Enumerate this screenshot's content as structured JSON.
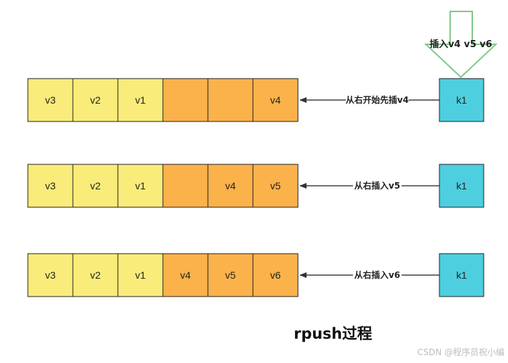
{
  "colors": {
    "yellow": "#FAEC7A",
    "orange": "#FBB24B",
    "cyan": "#4DCFE0",
    "arrow_green": "#82C98A",
    "border": "#222222",
    "line": "#444444"
  },
  "insert_label": "插入v4 v5 v6",
  "rows": [
    {
      "cells": [
        {
          "label": "v3",
          "color": "yellow"
        },
        {
          "label": "v2",
          "color": "yellow"
        },
        {
          "label": "v1",
          "color": "yellow"
        },
        {
          "label": "",
          "color": "orange"
        },
        {
          "label": "",
          "color": "orange"
        },
        {
          "label": "v4",
          "color": "orange"
        }
      ],
      "arrow_label": "从右开始先插v4",
      "key": "k1"
    },
    {
      "cells": [
        {
          "label": "v3",
          "color": "yellow"
        },
        {
          "label": "v2",
          "color": "yellow"
        },
        {
          "label": "v1",
          "color": "yellow"
        },
        {
          "label": "",
          "color": "orange"
        },
        {
          "label": "v4",
          "color": "orange"
        },
        {
          "label": "v5",
          "color": "orange"
        }
      ],
      "arrow_label": "从右插入v5",
      "key": "k1"
    },
    {
      "cells": [
        {
          "label": "v3",
          "color": "yellow"
        },
        {
          "label": "v2",
          "color": "yellow"
        },
        {
          "label": "v1",
          "color": "yellow"
        },
        {
          "label": "v4",
          "color": "orange"
        },
        {
          "label": "v5",
          "color": "orange"
        },
        {
          "label": "v6",
          "color": "orange"
        }
      ],
      "arrow_label": "从右插入v6",
      "key": "k1"
    }
  ],
  "caption": "rpush过程",
  "watermark": "CSDN @程序员祝小编"
}
